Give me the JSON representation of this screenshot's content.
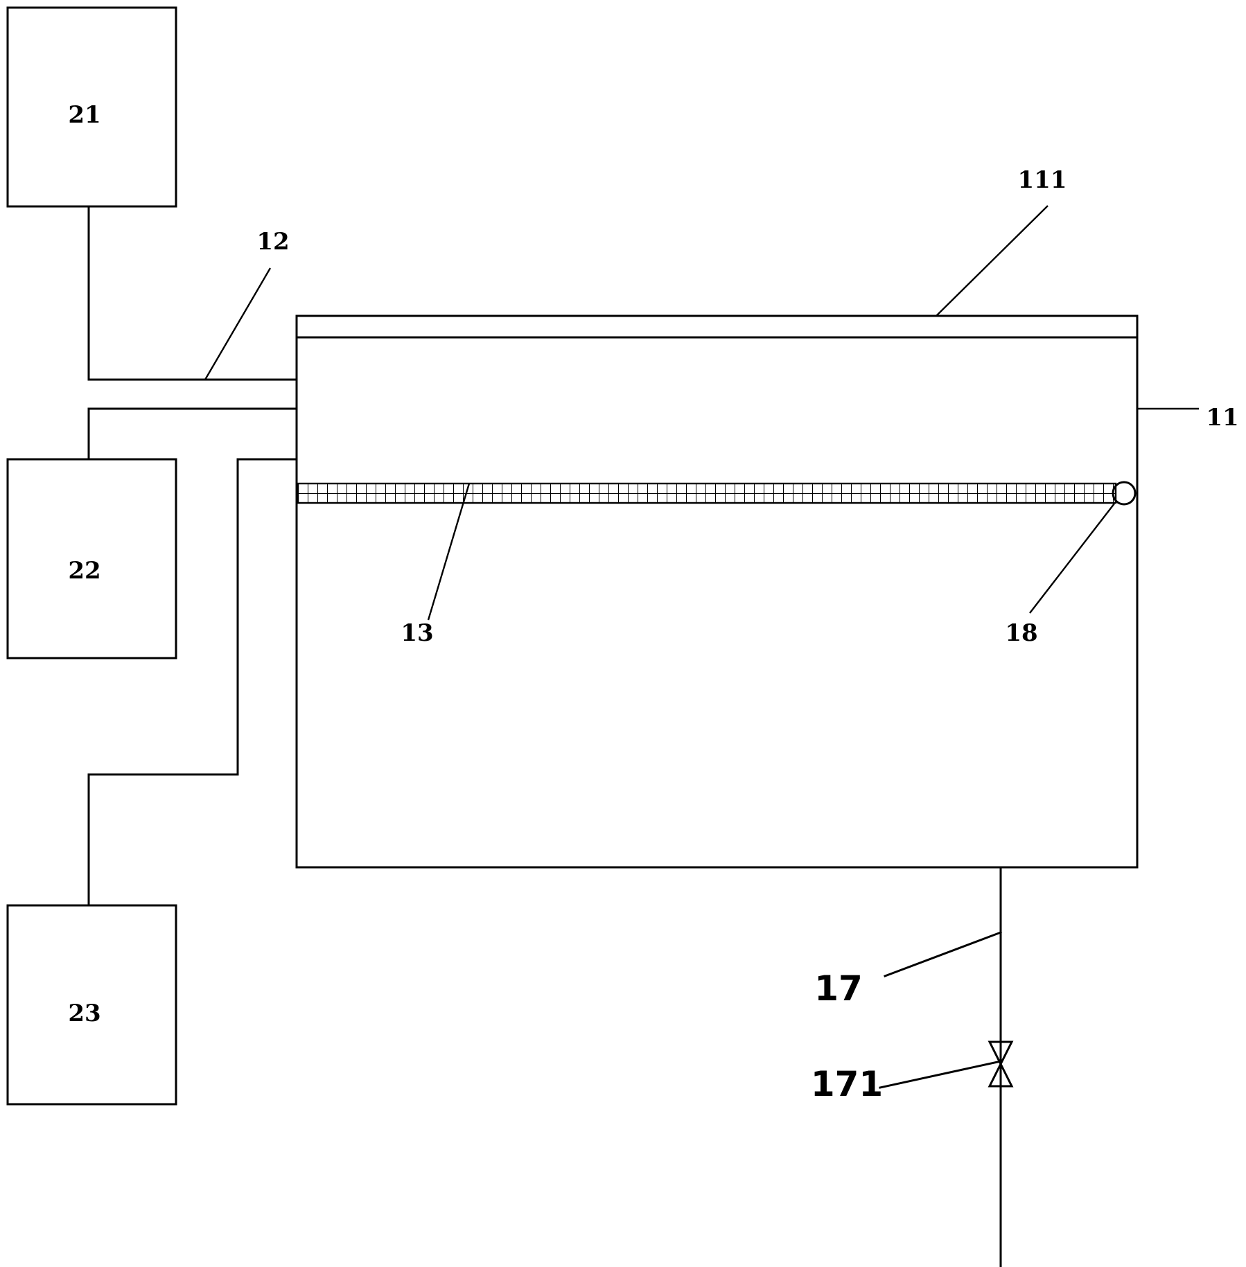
{
  "labels": {
    "box_21": "21",
    "box_22": "22",
    "box_23": "23",
    "pipe_12": "12",
    "lid_111": "111",
    "tank_11": "11",
    "mesh_13": "13",
    "sensor_18": "18",
    "drain_17": "17",
    "valve_171": "171"
  },
  "colors": {
    "line": "#000000",
    "background": "#ffffff"
  }
}
